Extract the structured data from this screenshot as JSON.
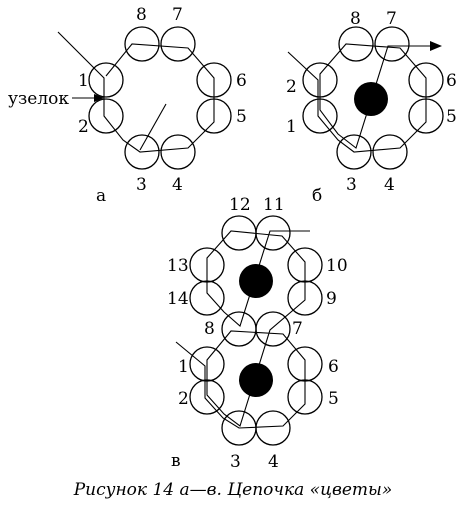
{
  "knot_label": "узелок",
  "caption": "Рисунок 14 а—в. Цепочка «цветы»",
  "panels": {
    "a": {
      "letter": "а",
      "beads": [
        "1",
        "2",
        "3",
        "4",
        "5",
        "6",
        "7",
        "8"
      ]
    },
    "b": {
      "letter": "б",
      "beads": [
        "1",
        "2",
        "3",
        "4",
        "5",
        "6",
        "7",
        "8"
      ]
    },
    "c": {
      "letter": "в",
      "top_beads": [
        "8",
        "7",
        "9",
        "10",
        "11",
        "12",
        "13",
        "14"
      ],
      "bottom_beads": [
        "1",
        "2",
        "3",
        "4",
        "5",
        "6"
      ]
    }
  }
}
